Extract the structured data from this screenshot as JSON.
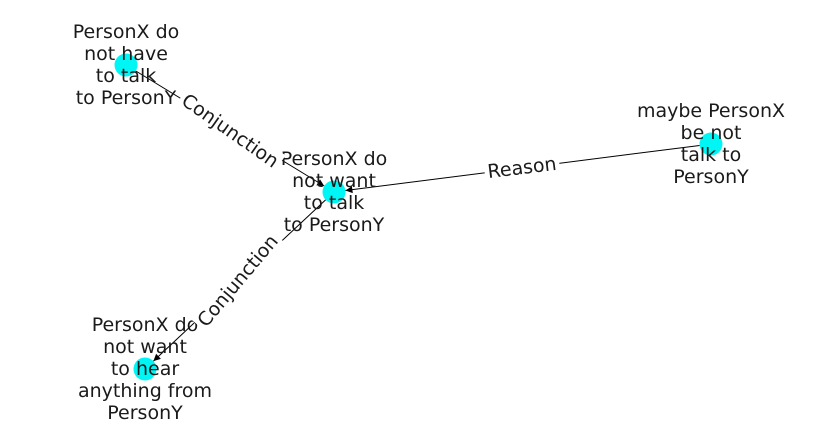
{
  "graph": {
    "node_color": "#00f5f5",
    "edge_color": "#000000",
    "nodes": [
      {
        "id": "n_center",
        "lines": [
          "PersonX do",
          "not want",
          "to talk",
          "to PersonY"
        ]
      },
      {
        "id": "n_top_left",
        "lines": [
          "PersonX do",
          "not have",
          "to talk",
          "to PersonY"
        ]
      },
      {
        "id": "n_right",
        "lines": [
          "maybe PersonX",
          "be not",
          "talk to",
          "PersonY"
        ]
      },
      {
        "id": "n_bottom_left",
        "lines": [
          "PersonX do",
          "not want",
          "to hear",
          "anything from",
          "PersonY"
        ]
      }
    ],
    "edges": [
      {
        "id": "e1",
        "source": "n_top_left",
        "target": "n_center",
        "label": "Conjunction"
      },
      {
        "id": "e2",
        "source": "n_right",
        "target": "n_center",
        "label": "Reason"
      },
      {
        "id": "e3",
        "source": "n_center",
        "target": "n_bottom_left",
        "label": "Conjunction"
      }
    ]
  }
}
